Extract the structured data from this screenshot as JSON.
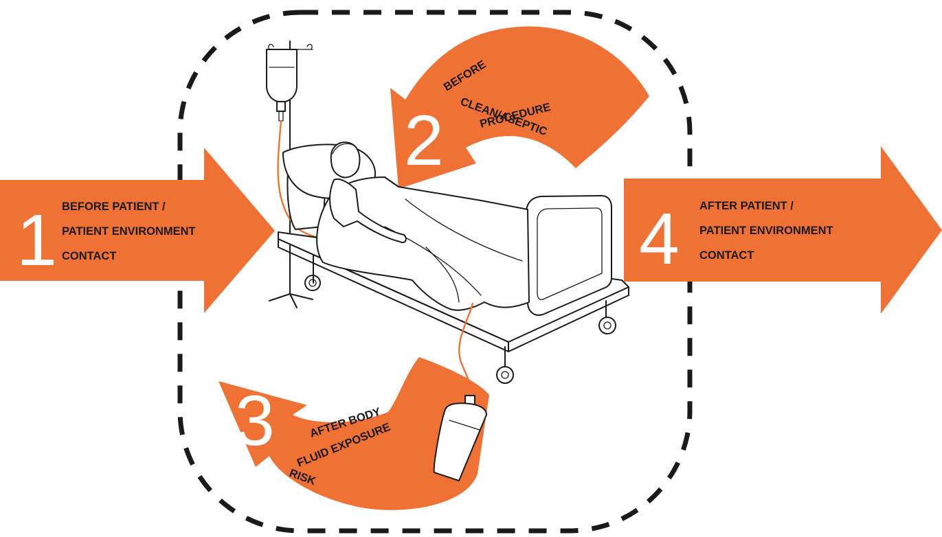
{
  "accent_color": "#ef7133",
  "outline_color": "#1a1a1a",
  "moments": [
    {
      "number": "1",
      "lines": [
        "BEFORE PATIENT /",
        "PATIENT ENVIRONMENT",
        "CONTACT"
      ]
    },
    {
      "number": "2",
      "lines": [
        "BEFORE",
        "CLEAN/ASEPTIC",
        "PROCEDURE"
      ]
    },
    {
      "number": "3",
      "lines": [
        "AFTER BODY",
        "FLUID EXPOSURE",
        "RISK"
      ]
    },
    {
      "number": "4",
      "lines": [
        "AFTER PATIENT /",
        "PATIENT ENVIRONMENT",
        "CONTACT"
      ]
    }
  ],
  "illustration": {
    "subject": "patient-in-hospital-bed-icon"
  },
  "zone_border": {
    "style": "dashed"
  }
}
